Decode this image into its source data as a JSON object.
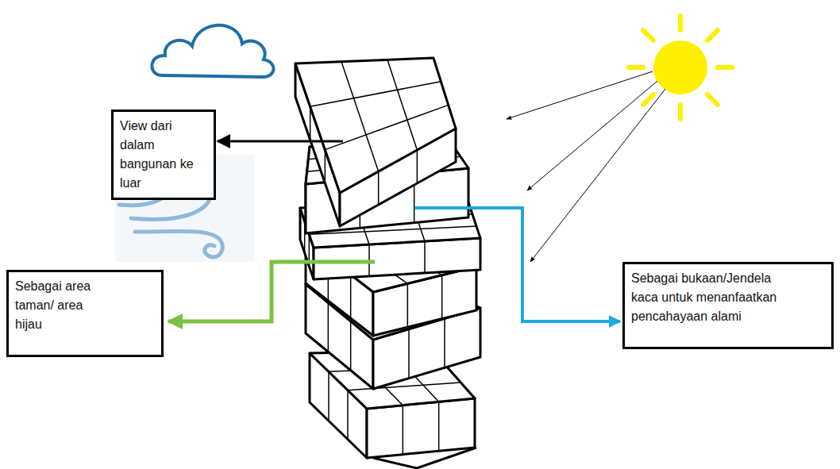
{
  "diagram": {
    "nodes": [
      {
        "text": [
          "View dari dalam bangunan ke luar"
        ]
      },
      {
        "text": [
          "Sebagai area taman/ area hijau"
        ]
      },
      {
        "text": [
          "Sebagai bukaan/Jendela kaca untuk menanfaatkan pencahayaan alami"
        ]
      }
    ]
  }
}
